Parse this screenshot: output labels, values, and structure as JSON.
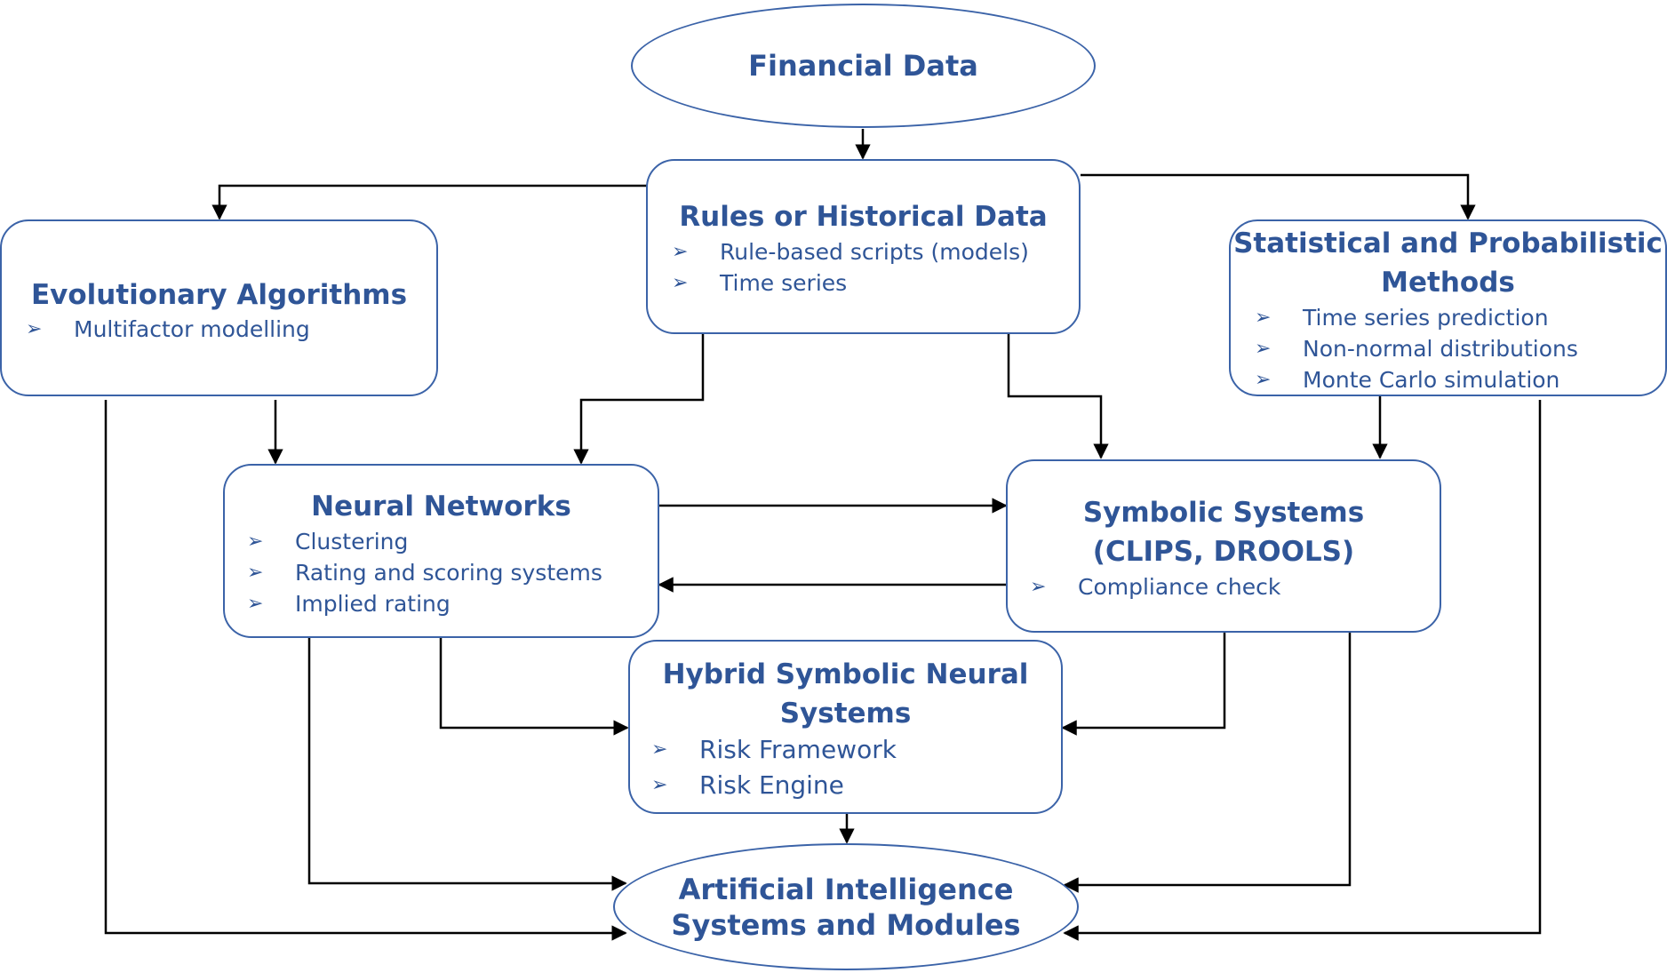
{
  "bullet_glyph": "➢",
  "colors": {
    "stroke": "#3b63a8",
    "text": "#2f5597",
    "arrow": "#000000"
  },
  "financial_data": {
    "title": "Financial Data"
  },
  "rules": {
    "title": "Rules or Historical Data",
    "items": [
      "Rule-based scripts (models)",
      "Time series"
    ]
  },
  "evolutionary": {
    "title": "Evolutionary Algorithms",
    "items": [
      "Multifactor modelling"
    ]
  },
  "statistical": {
    "title_line1": "Statistical and Probabilistic",
    "title_line2": "Methods",
    "items": [
      "Time series prediction",
      "Non-normal distributions",
      "Monte Carlo simulation"
    ]
  },
  "neural": {
    "title": "Neural Networks",
    "items": [
      "Clustering",
      "Rating and scoring systems",
      "Implied rating"
    ]
  },
  "symbolic": {
    "title_line1": "Symbolic Systems",
    "title_line2": "(CLIPS, DROOLS)",
    "items": [
      "Compliance check"
    ]
  },
  "hybrid": {
    "title_line1": "Hybrid Symbolic Neural",
    "title_line2": "Systems",
    "items": [
      "Risk Framework",
      "Risk Engine"
    ]
  },
  "ai": {
    "title_line1": "Artificial Intelligence",
    "title_line2": "Systems and Modules"
  }
}
